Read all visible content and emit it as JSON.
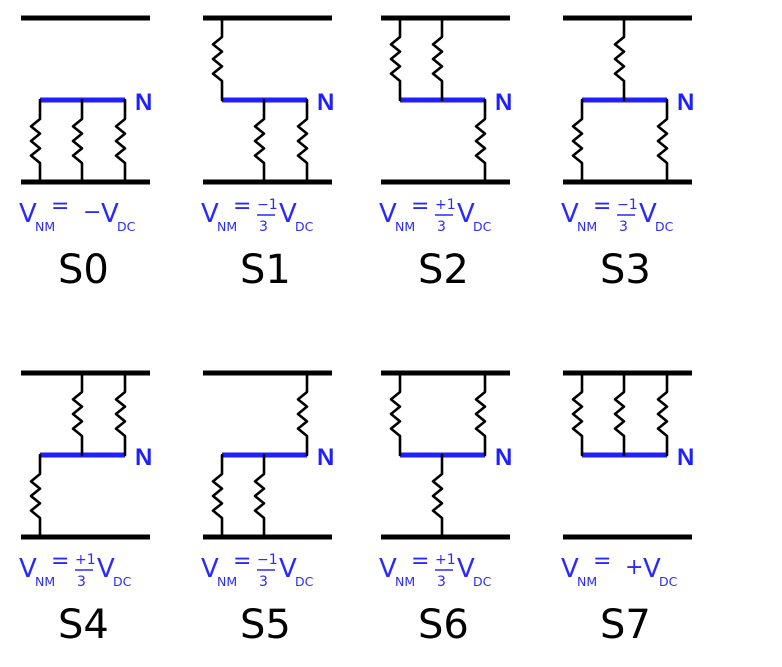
{
  "node_label": "N",
  "states": [
    {
      "name": "S0",
      "top": [],
      "bottom": [
        0,
        1,
        2
      ],
      "formula": {
        "eq": "=",
        "sign": "−",
        "num": "",
        "den": ""
      }
    },
    {
      "name": "S1",
      "top": [
        0
      ],
      "bottom": [
        1,
        2
      ],
      "formula": {
        "eq": "=",
        "sign": "",
        "num": "−1",
        "den": "3"
      }
    },
    {
      "name": "S2",
      "top": [
        0,
        1
      ],
      "bottom": [
        2
      ],
      "formula": {
        "eq": "=",
        "sign": "",
        "num": "+1",
        "den": "3"
      }
    },
    {
      "name": "S3",
      "top": [
        1
      ],
      "bottom": [
        0,
        2
      ],
      "formula": {
        "eq": "=",
        "sign": "",
        "num": "−1",
        "den": "3"
      }
    },
    {
      "name": "S4",
      "top": [
        1,
        2
      ],
      "bottom": [
        0
      ],
      "formula": {
        "eq": "=",
        "sign": "",
        "num": "+1",
        "den": "3"
      }
    },
    {
      "name": "S5",
      "top": [
        2
      ],
      "bottom": [
        0,
        1
      ],
      "formula": {
        "eq": "=",
        "sign": "",
        "num": "−1",
        "den": "3"
      }
    },
    {
      "name": "S6",
      "top": [
        0,
        2
      ],
      "bottom": [
        1
      ],
      "formula": {
        "eq": "=",
        "sign": "",
        "num": "+1",
        "den": "3"
      }
    },
    {
      "name": "S7",
      "top": [
        0,
        1,
        2
      ],
      "bottom": [],
      "formula": {
        "eq": "=",
        "sign": "+",
        "num": "",
        "den": ""
      }
    }
  ],
  "voltage": {
    "v": "V",
    "sub_nm": "NM",
    "sub_dc": "DC"
  },
  "colors": {
    "node": "#1f1fff",
    "formula": "#2a2aff",
    "lines": "#000000"
  }
}
